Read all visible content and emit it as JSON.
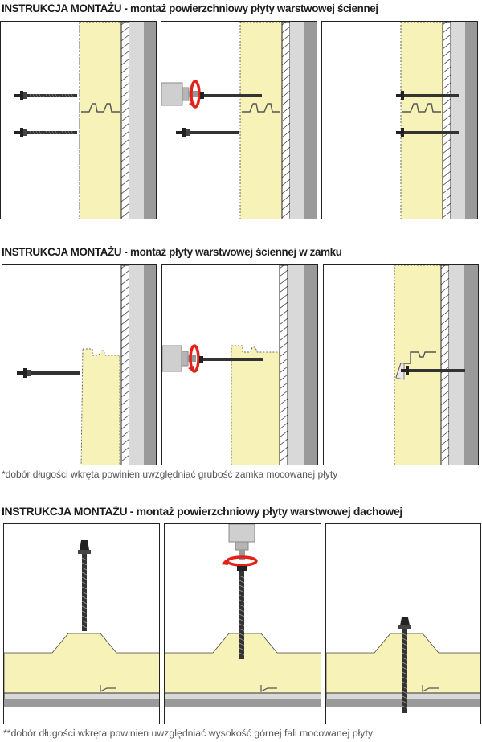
{
  "sections": [
    {
      "title_prefix": "INSTRUKCJA MONTAŻU",
      "title_rest": " - montaż powierzchniowy płyty warstwowej ściennej"
    },
    {
      "title_prefix": "INSTRUKCJA MONTAŻU",
      "title_rest": " - montaż płyty warstwowej ściennej w zamku",
      "note": "*dobór długości wkręta powinien uwzględniać grubość zamka mocowanej płyty"
    },
    {
      "title_prefix": "INSTRUKCJA MONTAŻU",
      "title_rest": " - montaż powierzchniowy płyty warstwowej dachowej",
      "note": "**dobór długości wkręta powinien uwzględniać wysokość górnej fali mocowanej płyty"
    }
  ],
  "colors": {
    "insulation": "#f7f2b8",
    "frame": "#2a2a2a",
    "steel_light": "#d9d9d9",
    "steel_dark": "#8d8d8d",
    "rotation_arrow": "#e32119",
    "screw": "#222222"
  }
}
